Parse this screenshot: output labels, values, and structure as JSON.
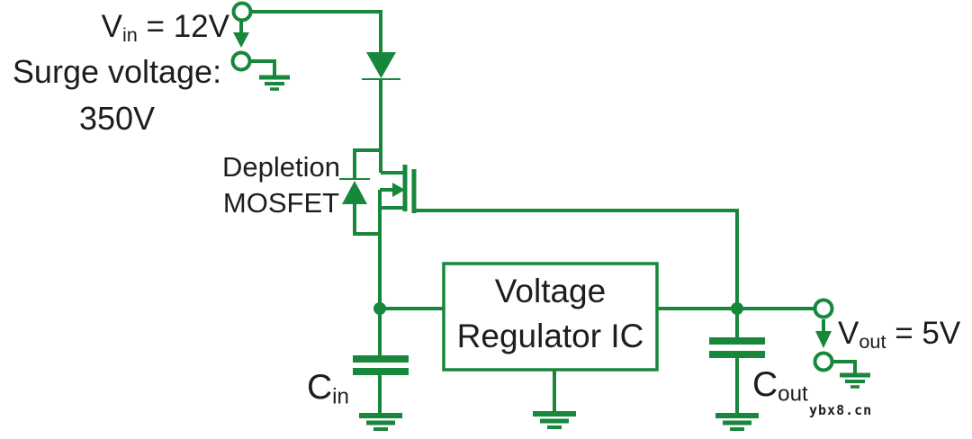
{
  "colors": {
    "green": "#17873C",
    "text": "#1d1d1d"
  },
  "labels": {
    "vin_main": "V",
    "vin_sub": "in",
    "vin_rest": " = 12V",
    "surge_line1": "Surge voltage:",
    "surge_line2": "350V",
    "mosfet_line1": "Depletion",
    "mosfet_line2": "MOSFET",
    "reg_line1": "Voltage",
    "reg_line2": "Regulator IC",
    "cin_main": "C",
    "cin_sub": "in",
    "cout_main": "C",
    "cout_sub": "out",
    "vout_main": "V",
    "vout_sub": "out",
    "vout_rest": " = 5V",
    "watermark": "ybx8.cn"
  }
}
